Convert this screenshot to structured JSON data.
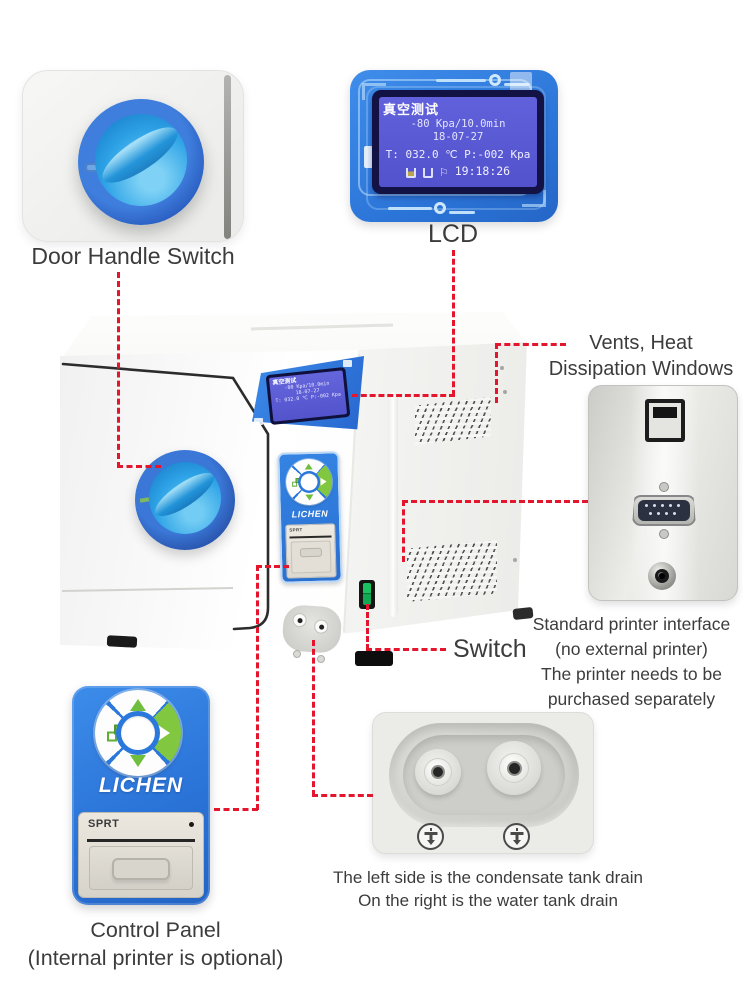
{
  "labels": {
    "door_handle": "Door Handle Switch",
    "lcd": "LCD",
    "vents_line1": "Vents, Heat",
    "vents_line2": "Dissipation Windows",
    "switch": "Switch",
    "control_panel_line1": "Control Panel",
    "control_panel_line2": "(Internal printer is optional)"
  },
  "captions": {
    "printer_interface": {
      "line1": "Standard printer interface",
      "line2": "(no external printer)",
      "line3": "The printer needs to be",
      "line4": "purchased separately"
    },
    "drain": {
      "line1": "The left side is the condensate tank drain",
      "line2": "On the right is the water tank drain"
    }
  },
  "lcd_screen": {
    "title": "真空测试",
    "line1": "-80 Kpa/10.0min",
    "line2": "18-07-27",
    "line3": "T: 032.0 ℃ P:-002 Kpa",
    "time": "19:18:26"
  },
  "branding": {
    "logo": "LICHEN",
    "printer": "SPRT"
  },
  "icons": {
    "flag": "⚐",
    "up_arrow": "up-arrow-icon",
    "down_arrow": "down-arrow-icon",
    "start": "play-icon",
    "program": "stacked-squares-icon",
    "usb": "usb-port-icon",
    "serial": "db9-serial-port-icon",
    "jack": "power-jack-icon",
    "drain_valve": "drain-valve-icon",
    "cup": "cup-icon"
  },
  "colors": {
    "accent_blue": "#2c79dd",
    "panel_green": "#7cc344",
    "leader_red": "#e3162e",
    "lcd_screen_bg": "#5a5ad4",
    "handle_blue": "#2aa0e8",
    "text_dark": "#3c3c3c"
  }
}
